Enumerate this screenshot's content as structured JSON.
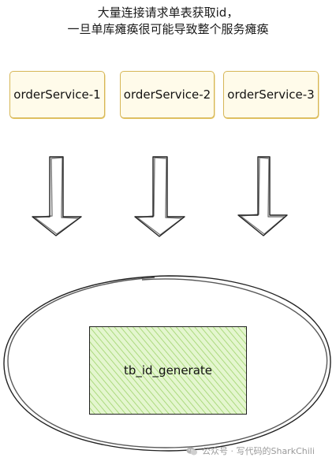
{
  "title": {
    "line1": "大量连接请求单表获取id，",
    "line2": "一旦单库瘫痪很可能导致整个服务瘫痪"
  },
  "services": [
    {
      "label": "orderService-1"
    },
    {
      "label": "orderService-2"
    },
    {
      "label": "orderService-3"
    }
  ],
  "database": {
    "table_label": "tb_id_generate"
  },
  "watermark": {
    "text": "公众号 · 写代码的SharkChili"
  },
  "colors": {
    "service_border": "#d6b656",
    "service_fill": "#fffbea",
    "table_fill": "#d5f0b6",
    "stroke": "#222222"
  }
}
